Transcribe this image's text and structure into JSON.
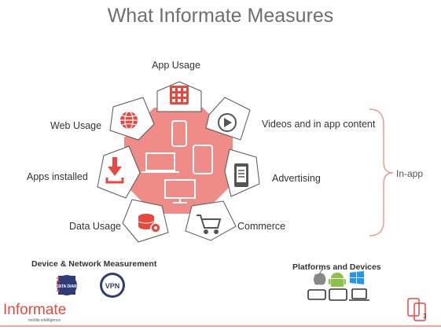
{
  "slide": {
    "title": "What Informate Measures",
    "center_label": "",
    "categories": [
      {
        "id": "app-usage",
        "label": "App Usage",
        "icon": "grid-apps-icon"
      },
      {
        "id": "videos",
        "label": "Videos and in app content",
        "icon": "play-icon"
      },
      {
        "id": "advertising",
        "label": "Advertising",
        "icon": "ad-phone-icon"
      },
      {
        "id": "commerce",
        "label": "Commerce",
        "icon": "shopping-cart-icon"
      },
      {
        "id": "data-usage",
        "label": "Data Usage",
        "icon": "database-gear-icon"
      },
      {
        "id": "apps-installed",
        "label": "Apps installed",
        "icon": "download-icon"
      },
      {
        "id": "web-usage",
        "label": "Web Usage",
        "icon": "globe-icon"
      }
    ],
    "brace_label": "In-app",
    "device_section": {
      "title": "Device & Network Measurement",
      "badge_text": "DATA DIARY",
      "vpn_label": "VPN"
    },
    "platforms_section": {
      "title": "Platforms and Devices",
      "platform_icons": [
        "apple-icon",
        "android-icon",
        "windows-icon"
      ],
      "device_icons": [
        "phone-icon",
        "tablet-icon",
        "laptop-icon"
      ]
    },
    "logo": {
      "brand": "Informate",
      "tagline": "mobile intelligence"
    },
    "page_number": "3",
    "colors": {
      "accent": "#e8483e",
      "octagon_fill": "#f08c88",
      "title": "#6e6e6e",
      "brace": "#e8a08c"
    }
  }
}
